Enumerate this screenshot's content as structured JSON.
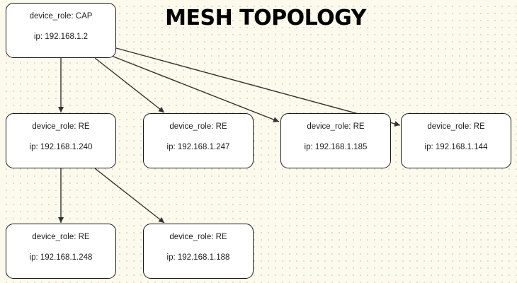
{
  "title": "MESH TOPOLOGY",
  "nodes": [
    {
      "id": "cap",
      "role": "device_role: CAP",
      "ip": "ip: 192.168.1.2"
    },
    {
      "id": "re1",
      "role": "device_role: RE",
      "ip": "ip: 192.168.1.240"
    },
    {
      "id": "re2",
      "role": "device_role: RE",
      "ip": "ip: 192.168.1.247"
    },
    {
      "id": "re3",
      "role": "device_role: RE",
      "ip": "ip: 192.168.1.185"
    },
    {
      "id": "re4",
      "role": "device_role: RE",
      "ip": "ip: 192.168.1.144"
    },
    {
      "id": "re5",
      "role": "device_role: RE",
      "ip": "ip: 192.168.1.248"
    },
    {
      "id": "re6",
      "role": "device_role: RE",
      "ip": "ip: 192.168.1.188"
    }
  ],
  "edges": [
    {
      "from": "cap",
      "to": "re1"
    },
    {
      "from": "cap",
      "to": "re2"
    },
    {
      "from": "cap",
      "to": "re3"
    },
    {
      "from": "cap",
      "to": "re4"
    },
    {
      "from": "re1",
      "to": "re5"
    },
    {
      "from": "re1",
      "to": "re6"
    }
  ]
}
